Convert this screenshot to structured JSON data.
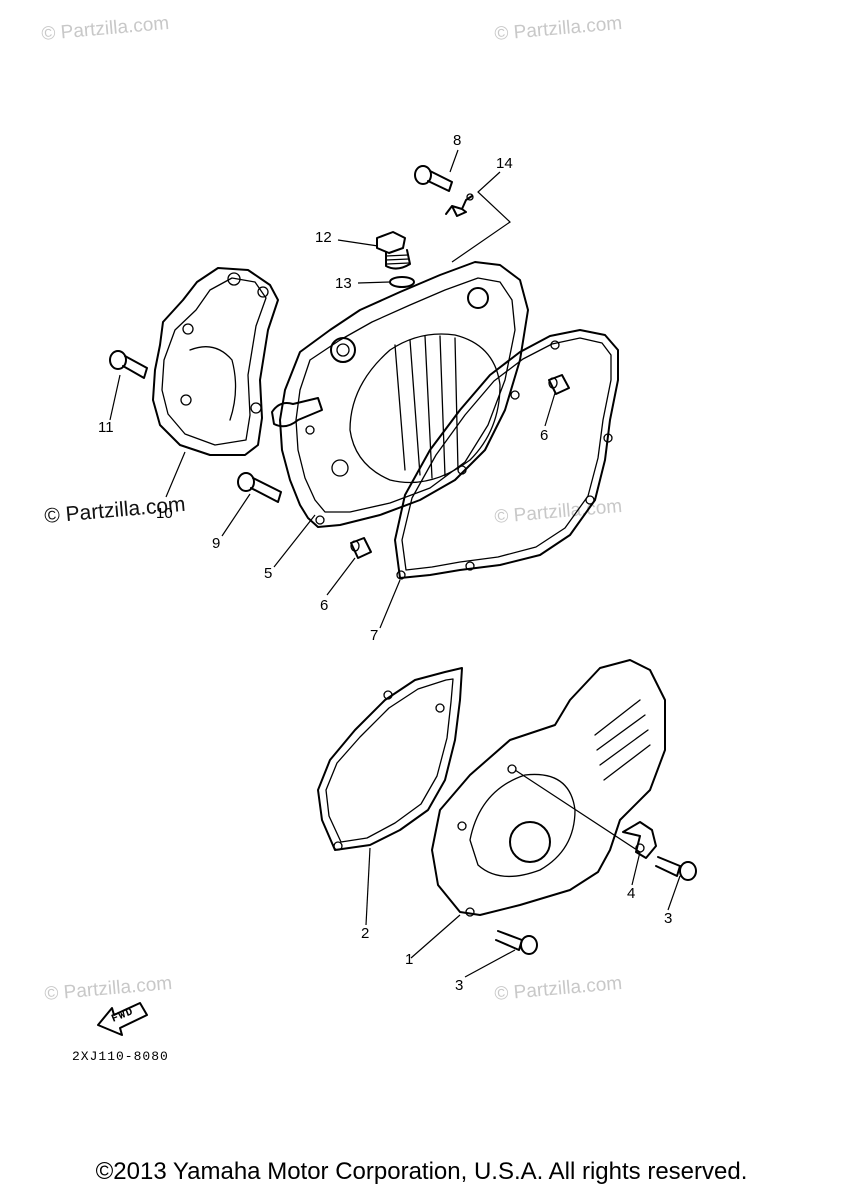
{
  "watermarks": {
    "top_left": "© Partzilla.com",
    "top_right": "© Partzilla.com",
    "middle_left": "© Partzilla.com",
    "middle_right": "© Partzilla.com",
    "bottom_left": "© Partzilla.com",
    "bottom_right": "© Partzilla.com"
  },
  "callouts": {
    "p1": "1",
    "p2": "2",
    "p3a": "3",
    "p3b": "3",
    "p4": "4",
    "p5": "5",
    "p6a": "6",
    "p6b": "6",
    "p7": "7",
    "p8": "8",
    "p9": "9",
    "p10": "10",
    "p11": "11",
    "p12": "12",
    "p13": "13",
    "p14": "14"
  },
  "fwd_label": "FWD",
  "diagram_code": "2XJ110-8080",
  "copyright": "©2013 Yamaha Motor Corporation, U.S.A. All rights reserved."
}
